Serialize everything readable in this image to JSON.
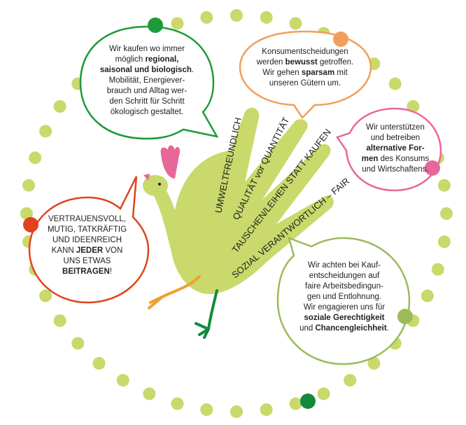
{
  "colors": {
    "lime": "#c9d96b",
    "green": "#1e9a3a",
    "orange": "#f0a05a",
    "pink": "#e8679a",
    "red": "#e2421b",
    "olive": "#9bbb59",
    "darkgreen": "#138a3a"
  },
  "fingers": [
    "UMWELTFREUNDLICH",
    "QUALITÄT vor QUANTITÄT",
    "TAUSCHEN/LEIHEN STATT KAUFEN",
    "SOZIAL VERANTWORTLICH – FAIR"
  ],
  "bubbles": {
    "green": {
      "l1": "Wir kaufen wo immer",
      "l2a": "möglich ",
      "l2b": "regional,",
      "l3": "saisonal und biologisch",
      "l3e": ".",
      "l4": "Mobilität, Energiever-",
      "l5": "brauch und Alltag wer-",
      "l6": "den Schritt für Schritt",
      "l7": "ökologisch gestaltet."
    },
    "orange": {
      "l1": "Konsumentscheidungen",
      "l2a": "werden ",
      "l2b": "bewusst",
      "l2c": " getroffen.",
      "l3a": "Wir gehen ",
      "l3b": "sparsam",
      "l3c": " mit",
      "l4": "unseren Gütern um."
    },
    "pink": {
      "l1": "Wir unterstützen",
      "l2": "und betreiben",
      "l3": "alternative For-",
      "l4a": "men",
      "l4b": " des Konsums",
      "l5": "und Wirtschaftens."
    },
    "red": {
      "l1": "VERTRAUENSVOLL,",
      "l2": "MUTIG, TATKRÄFTIG",
      "l3": "UND IDEENREICH",
      "l4a": "KANN ",
      "l4b": "JEDER",
      "l4c": " VON",
      "l5": "UNS ETWAS",
      "l6": "BEITRAGEN",
      "l6e": "!"
    },
    "olive": {
      "l1": "Wir achten bei Kauf-",
      "l2": "entscheidungen auf",
      "l3": "faire Arbeitsbedingun-",
      "l4": "gen und Entlohnung.",
      "l5": "Wir engagieren uns für",
      "l6": "soziale Gerechtigkeit",
      "l7a": "und ",
      "l7b": "Chancengleichheit",
      "l7c": "."
    }
  }
}
